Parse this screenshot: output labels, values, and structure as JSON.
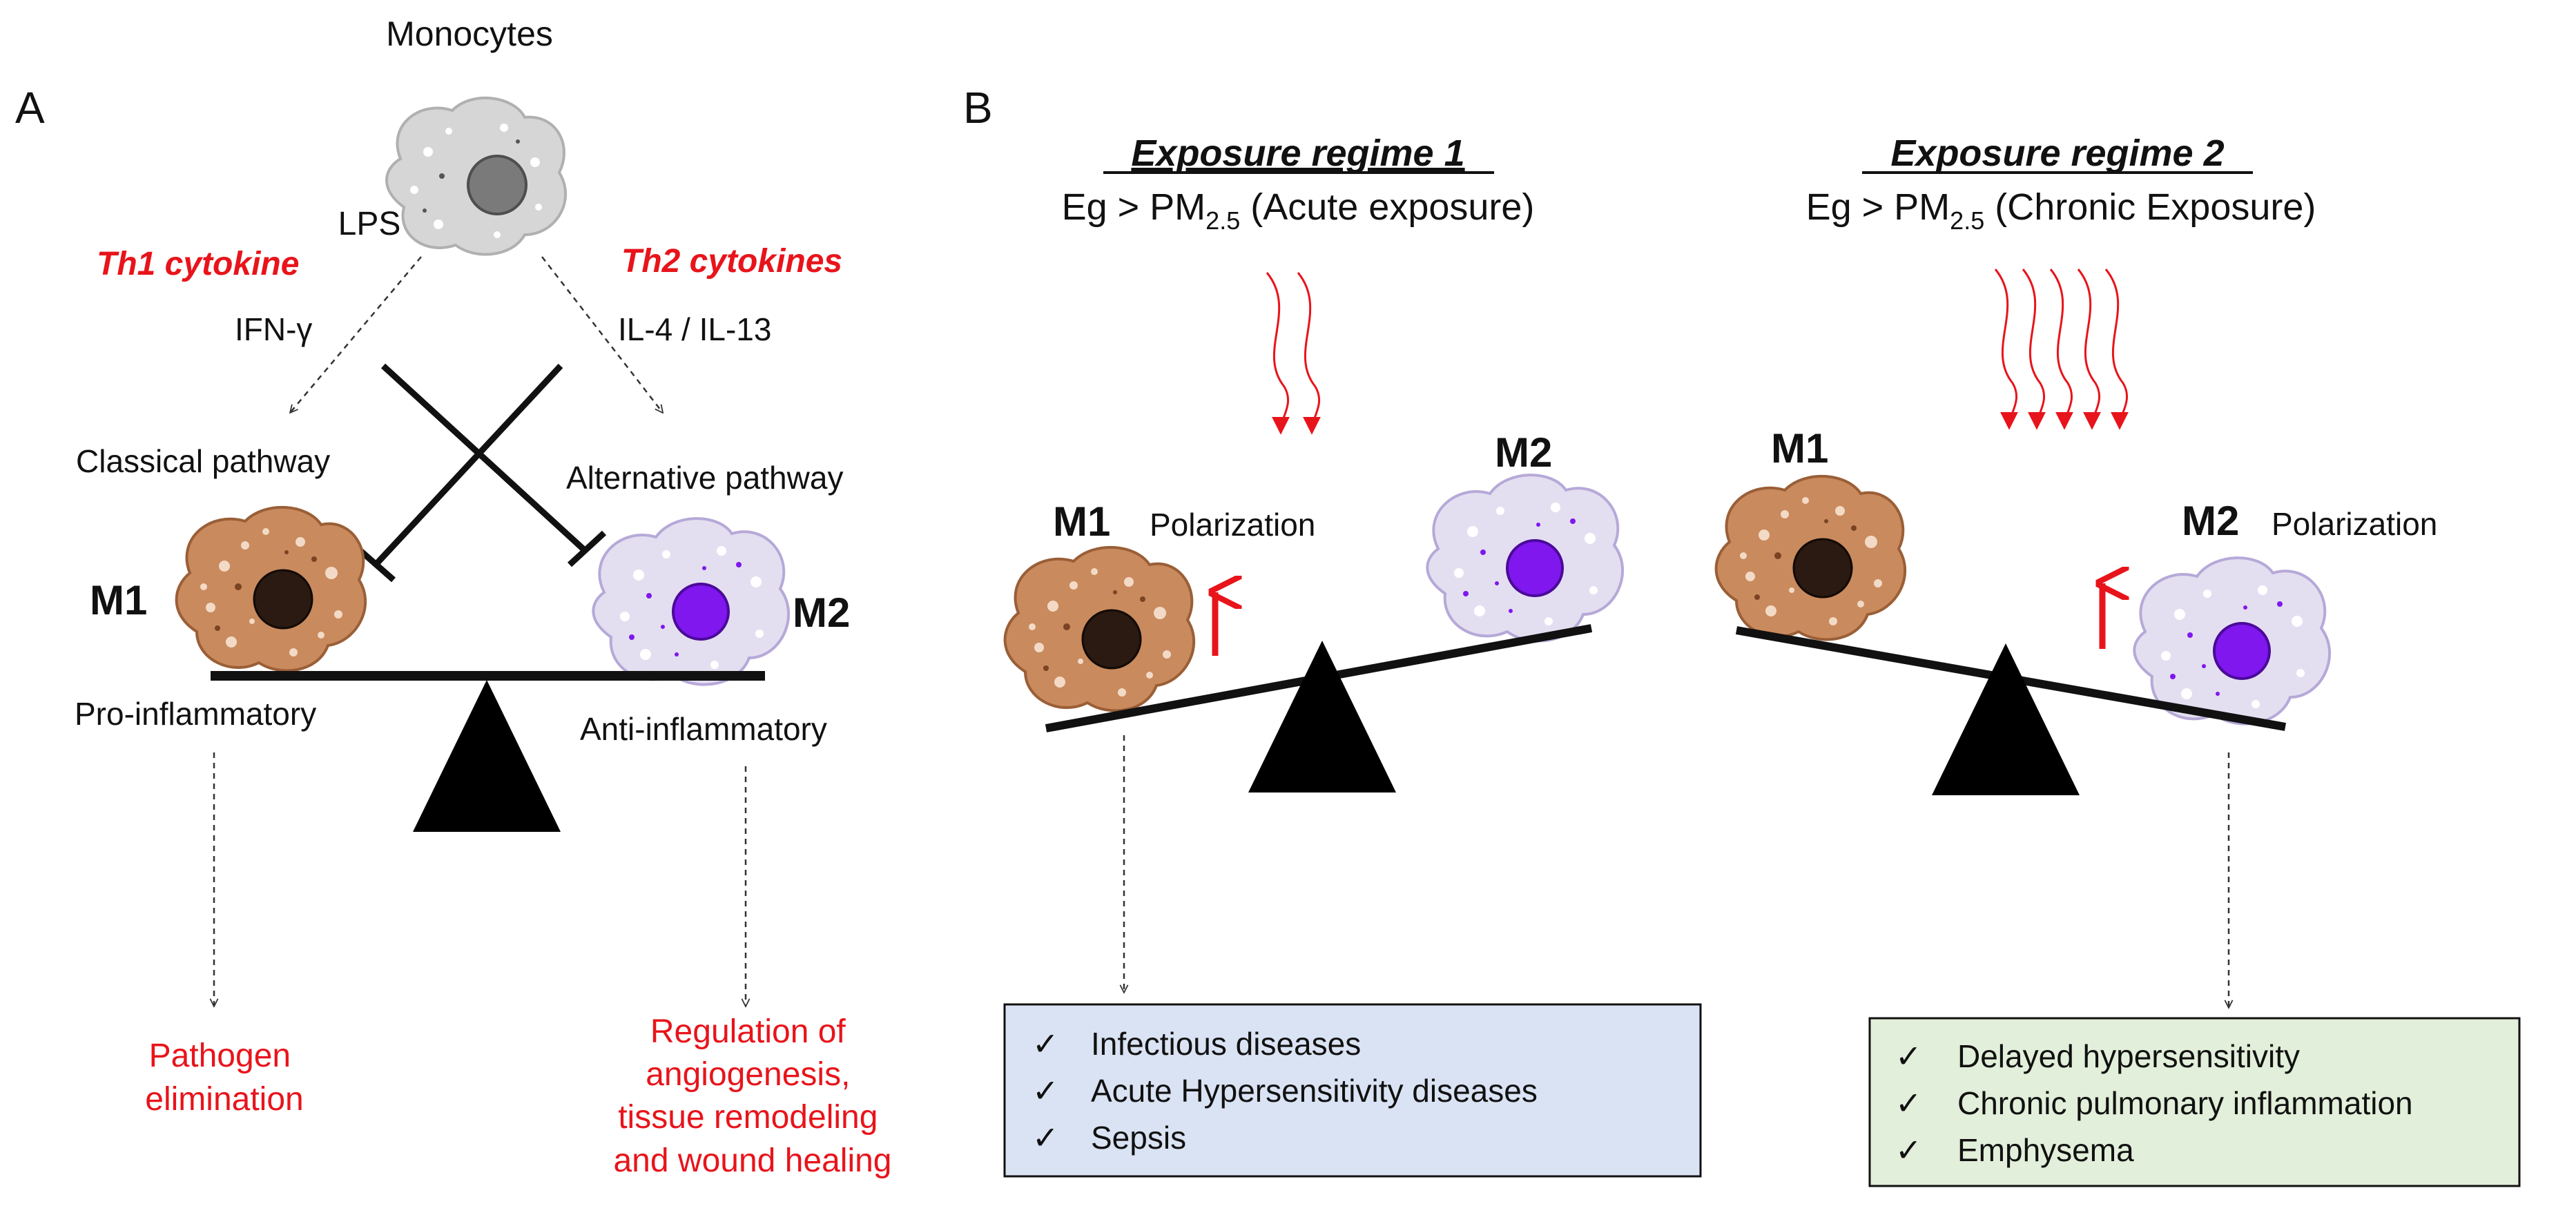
{
  "panel_a": {
    "label": "A",
    "monocytes": "Monocytes",
    "lps": "LPS",
    "th1": "Th1 cytokine",
    "th2": "Th2 cytokines",
    "ifn": "IFN-γ",
    "il": "IL-4 / IL-13",
    "classical": "Classical pathway",
    "alternative": "Alternative pathway",
    "m1": "M1",
    "m2": "M2",
    "pro": "Pro-inflammatory",
    "anti": "Anti-inflammatory",
    "outcome_left": [
      "Pathogen",
      "elimination"
    ],
    "outcome_right": [
      "Regulation of",
      "angiogenesis,",
      "tissue remodeling",
      "and wound healing"
    ]
  },
  "panel_b": {
    "label": "B",
    "regime1": {
      "title": "Exposure regime 1",
      "subtitle_pre": "Eg > PM",
      "subtitle_sub": "2.5",
      "subtitle_post": " (Acute exposure)",
      "m1": "M1",
      "m2": "M2",
      "polarization": "Polarization",
      "outcomes": [
        "Infectious diseases",
        "Acute Hypersensitivity diseases",
        "Sepsis"
      ],
      "box_color": "#dae3f3"
    },
    "regime2": {
      "title": "Exposure regime 2",
      "subtitle_pre": "Eg > PM",
      "subtitle_sub": "2.5",
      "subtitle_post": " (Chronic Exposure)",
      "m1": "M1",
      "m2": "M2",
      "polarization": "Polarization",
      "outcomes": [
        "Delayed hypersensitivity",
        "Chronic pulmonary inflammation",
        "Emphysema"
      ],
      "box_color": "#e2efda"
    },
    "check": "✓"
  },
  "colors": {
    "accent_red": "#e8141b",
    "m1_fill": "#c98a5e",
    "m2_fill": "#e4dff0",
    "m2_nucleus": "#7f17ee",
    "monocyte_fill": "#d6d6d6"
  }
}
